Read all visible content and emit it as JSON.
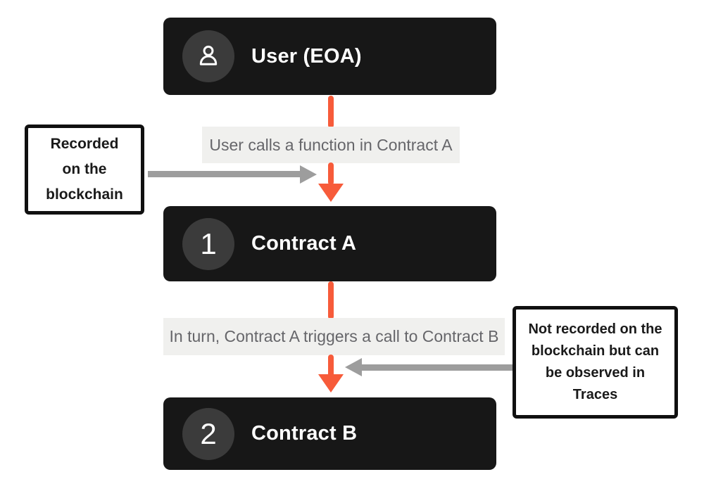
{
  "nodes": {
    "user": {
      "label": "User (EOA)"
    },
    "contract_a": {
      "label": "Contract A",
      "number": "1"
    },
    "contract_b": {
      "label": "Contract B",
      "number": "2"
    }
  },
  "edge_labels": {
    "first": "User calls a function in Contract A",
    "second": "In turn, Contract A triggers a call to Contract B"
  },
  "annotations": {
    "left": {
      "full_text": "Recorded on the blockchain",
      "line1": "Recorded",
      "line2": "on the",
      "line3": "blockchain"
    },
    "right": {
      "full_text": "Not recorded on the blockchain but can be observed in Traces",
      "line1": "Not recorded on the",
      "line2": "blockchain but can",
      "line3": "be observed in",
      "line4": "Traces"
    }
  },
  "icons": {
    "user_badge": "person-icon"
  },
  "colors": {
    "arrow_orange": "#f75b3a",
    "arrow_gray": "#9d9d9d",
    "node_bg": "#171717",
    "node_circle": "#3b3b3b",
    "label_bg": "#f0f0ee",
    "label_text": "#66666a",
    "annotation_border": "#101010",
    "annotation_text": "#1a1a1a"
  }
}
